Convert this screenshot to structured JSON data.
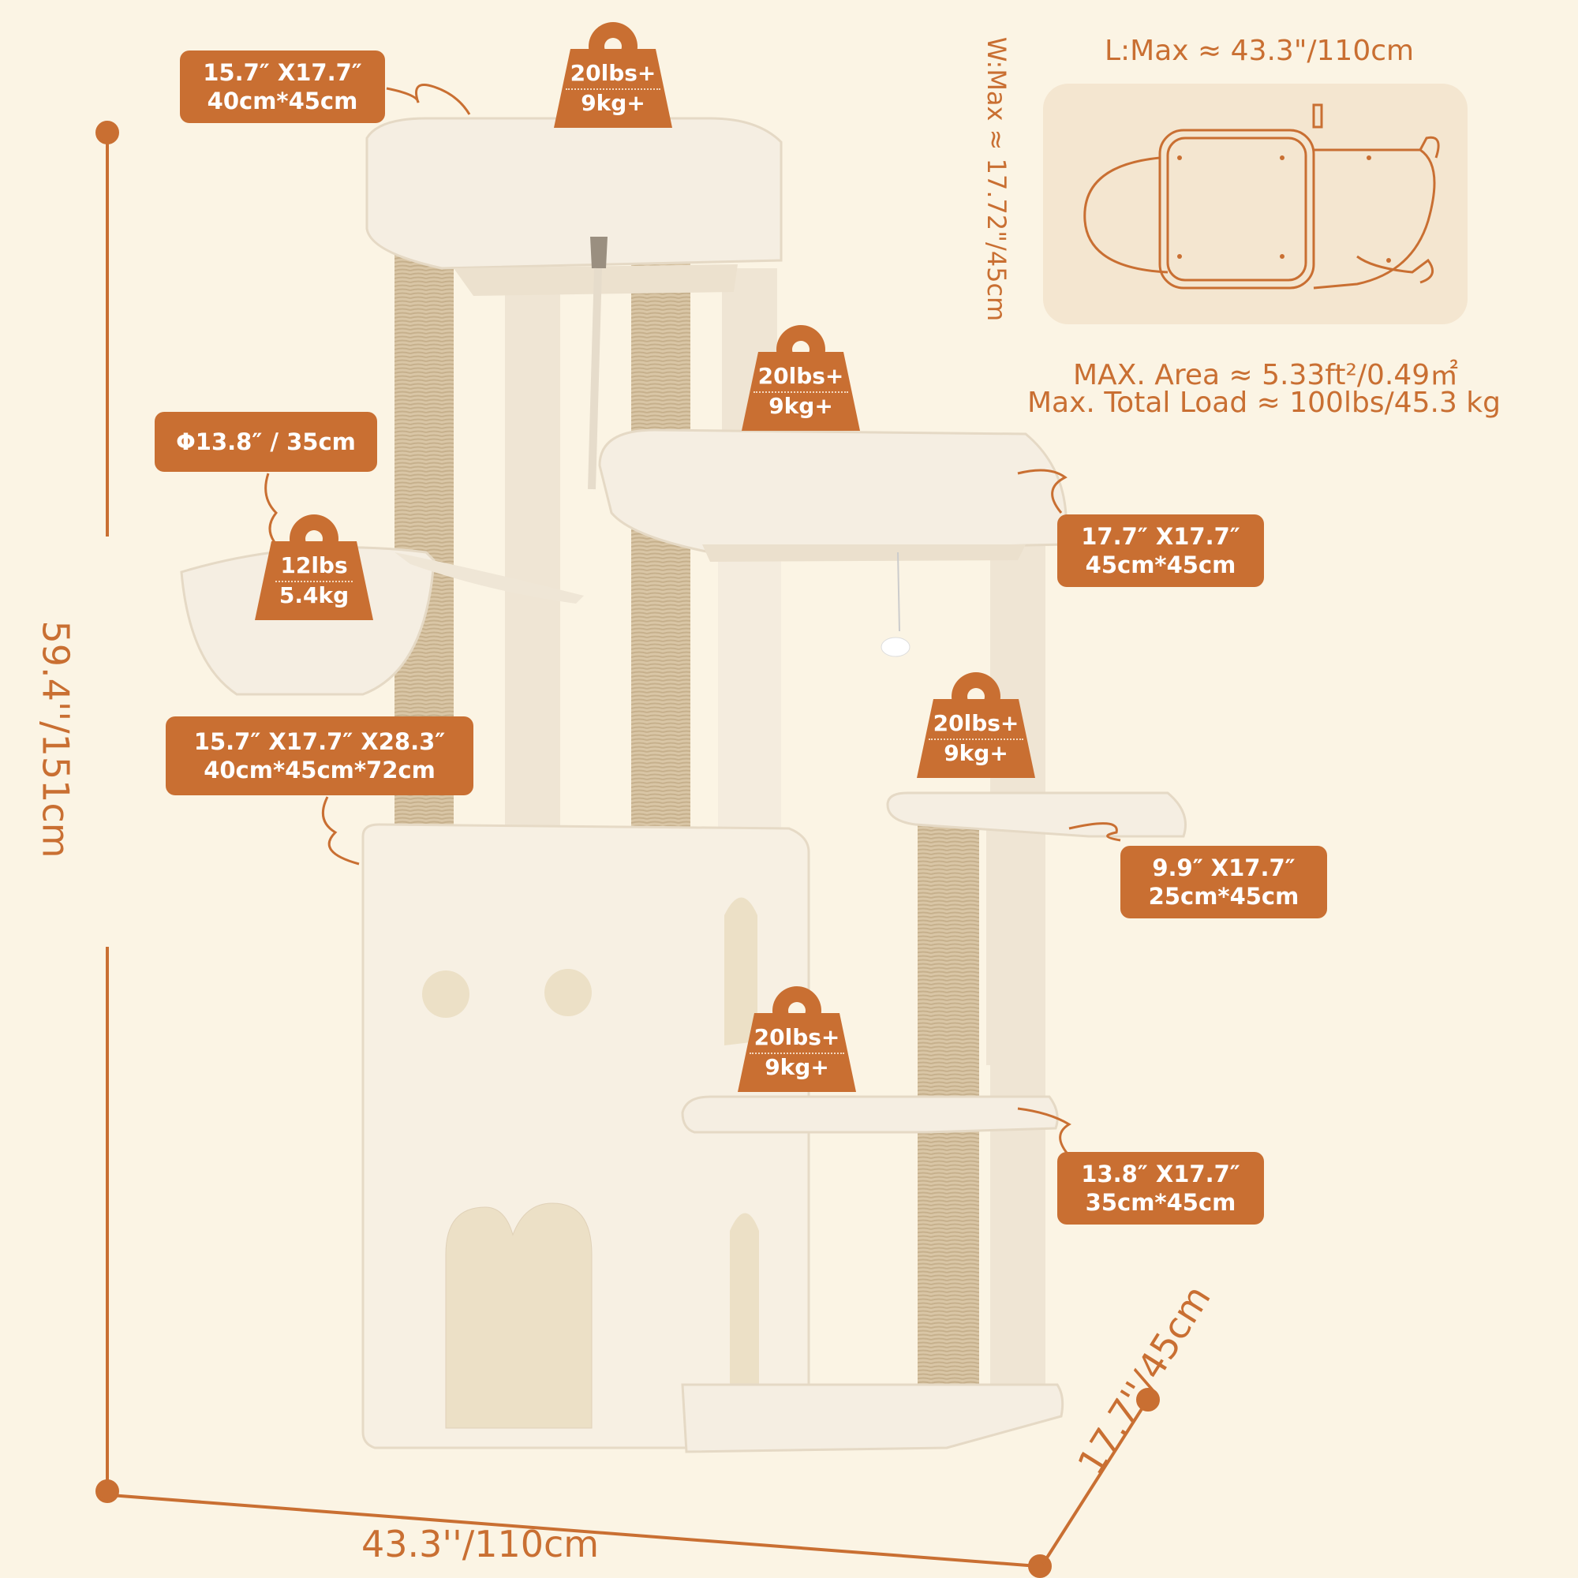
{
  "colors": {
    "accent": "#c96f32",
    "background": "#fbf4e4",
    "fur": "#f3eadb",
    "sisal": "#d9c6a6"
  },
  "labels": {
    "top_platform": {
      "line1": "15.7″ X17.7″",
      "line2": "40cm*45cm"
    },
    "basket": {
      "line1": "Φ13.8″ / 35cm"
    },
    "condo": {
      "line1": "15.7″ X17.7″ X28.3″",
      "line2": "40cm*45cm*72cm"
    },
    "middle_platform": {
      "line1": "17.7″ X17.7″",
      "line2": "45cm*45cm"
    },
    "small_platform": {
      "line1": "9.9″ X17.7″",
      "line2": "25cm*45cm"
    },
    "low_platform": {
      "line1": "13.8″ X17.7″",
      "line2": "35cm*45cm"
    }
  },
  "weights": {
    "top": {
      "line1": "20lbs+",
      "line2": "9kg+"
    },
    "middle": {
      "line1": "20lbs+",
      "line2": "9kg+"
    },
    "basket": {
      "line1": "12lbs",
      "line2": "5.4kg"
    },
    "small": {
      "line1": "20lbs+",
      "line2": "9kg+"
    },
    "low": {
      "line1": "20lbs+",
      "line2": "9kg+"
    }
  },
  "dimensions": {
    "height": "59.4''/151cm",
    "width": "43.3''/110cm",
    "depth": "17.7''/45cm"
  },
  "specs": {
    "length": "L:Max ≈ 43.3\"/110cm",
    "width": "W:Max ≈ 17.72\"/45cm",
    "area": "MAX. Area ≈ 5.33ft²/0.49㎡",
    "load": "Max. Total Load  ≈ 100lbs/45.3 kg"
  }
}
